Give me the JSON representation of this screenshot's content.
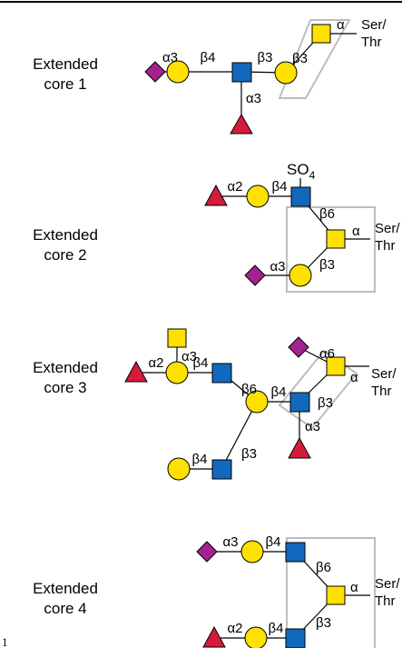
{
  "cores": [
    {
      "id": "core1",
      "label_line1": "Extended",
      "label_line2": "core 1",
      "linkages": {
        "a3": "α3",
        "b4": "β4",
        "b3_1": "β3",
        "b3_2": "β3",
        "a3_fuc": "α3",
        "alpha": "α",
        "ser": "Ser/",
        "thr": "Thr"
      }
    },
    {
      "id": "core2",
      "label_line1": "Extended",
      "label_line2": "core 2",
      "linkages": {
        "so4": "SO",
        "so4_sub": "4",
        "a2": "α2",
        "b4": "β4",
        "b6": "β6",
        "a3": "α3",
        "b3": "β3",
        "alpha": "α",
        "ser": "Ser/",
        "thr": "Thr"
      }
    },
    {
      "id": "core3",
      "label_line1": "Extended",
      "label_line2": "core 3",
      "linkages": {
        "a3_top": "α3",
        "a2": "α2",
        "b4_top": "β4",
        "b6": "β6",
        "b4_mid": "β4",
        "a6": "α6",
        "alpha": "α",
        "ser": "Ser/",
        "thr": "Thr",
        "b3_right": "β3",
        "a3_bottom": "α3",
        "b4_bottom": "β4",
        "b3_bottom": "β3"
      }
    },
    {
      "id": "core4",
      "label_line1": "Extended",
      "label_line2": "core 4",
      "linkages": {
        "a3": "α3",
        "b4_top": "β4",
        "b6": "β6",
        "alpha": "α",
        "ser": "Ser/",
        "thr": "Thr",
        "a2": "α2",
        "b4_bottom": "β4",
        "b3": "β3"
      }
    }
  ],
  "corner_mark": "1",
  "colors": {
    "galactose_yellow": "#FFE100",
    "galnac_yellow": "#FFE100",
    "glcnac_blue": "#1268BC",
    "fucose_red": "#D41B3B",
    "sialic_purple": "#A3238E",
    "box_gray": "#BDBDBD",
    "line": "#000000"
  },
  "symbols": {
    "circle": "galactose",
    "blue_square": "GlcNAc",
    "yellow_square": "GalNAc",
    "triangle": "fucose",
    "diamond": "sialic acid"
  }
}
